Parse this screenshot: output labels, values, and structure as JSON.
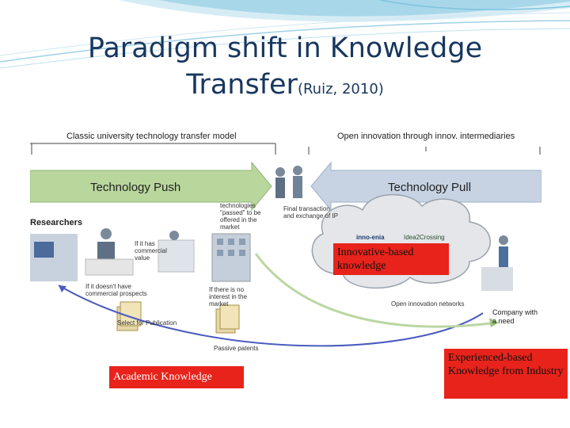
{
  "slide": {
    "title_line1": "Paradigm shift in Knowledge",
    "title_line2": "Transfer",
    "title_citation": "(Ruiz, 2010)"
  },
  "diagram": {
    "header_left": "Classic university technology transfer model",
    "header_right": "Open innovation through innov. intermediaries",
    "push_label": "Technology Push",
    "pull_label": "Technology Pull",
    "researchers_label": "Researchers",
    "note_commercial_value": "If it has commercial value",
    "note_tech_passed": "technologies \"passed\" to be offered in the market",
    "note_final_transaction": "Final transaction and exchange of IP",
    "note_no_prospects": "If it doesn't have commercial prospects",
    "note_no_interest": "If there is no interest in the market",
    "note_publication": "Select for Publication",
    "note_passive_patents": "Passive patents",
    "cloud_brand1": "inno-enia",
    "cloud_brand2": "Idea2Crossing",
    "cloud_network": "Open innovation networks",
    "company_label": "Company with a need"
  },
  "boxes": {
    "innovative": "Innovative-based knowledge",
    "academic": "Academic Knowledge",
    "experienced": "Experienced-based Knowledge from Industry"
  },
  "colors": {
    "title": "#17375e",
    "push_arrow": "#b9d79c",
    "pull_arrow": "#c7d3e3",
    "red_box": "#e8231b"
  }
}
